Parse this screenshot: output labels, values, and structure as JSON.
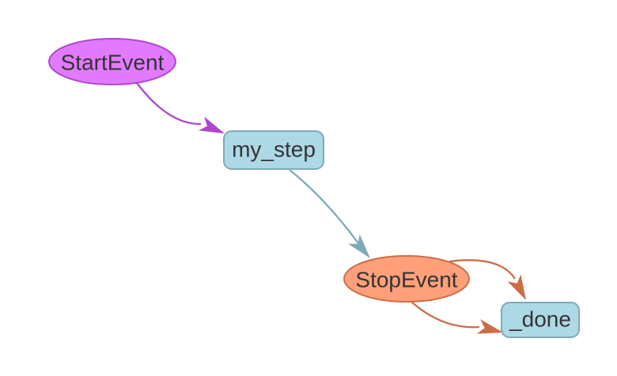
{
  "diagram": {
    "type": "workflow-graph",
    "background_color": "#ffffff",
    "font_color": "#343434",
    "nodes": [
      {
        "label": "StartEvent",
        "shape": "ellipse",
        "color": "#E27AFF",
        "border_color": "#AF47CC"
      },
      {
        "label": "my_step",
        "shape": "box",
        "color": "#ADD8E6",
        "border_color": "#7FAAB8"
      },
      {
        "label": "StopEvent",
        "shape": "ellipse",
        "color": "#FFA07A",
        "border_color": "#CC6D47"
      },
      {
        "label": "_done",
        "shape": "box",
        "color": "#ADD8E6",
        "border_color": "#7FAAB8"
      }
    ],
    "edges": [
      {
        "from": "StartEvent",
        "to": "my_step",
        "color": "#AF47CC"
      },
      {
        "from": "my_step",
        "to": "StopEvent",
        "color": "#7FAAB8"
      },
      {
        "from": "StopEvent",
        "to": "_done",
        "color": "#CC6D47"
      },
      {
        "from": "StopEvent",
        "to": "_done",
        "color": "#CC6D47"
      }
    ]
  }
}
